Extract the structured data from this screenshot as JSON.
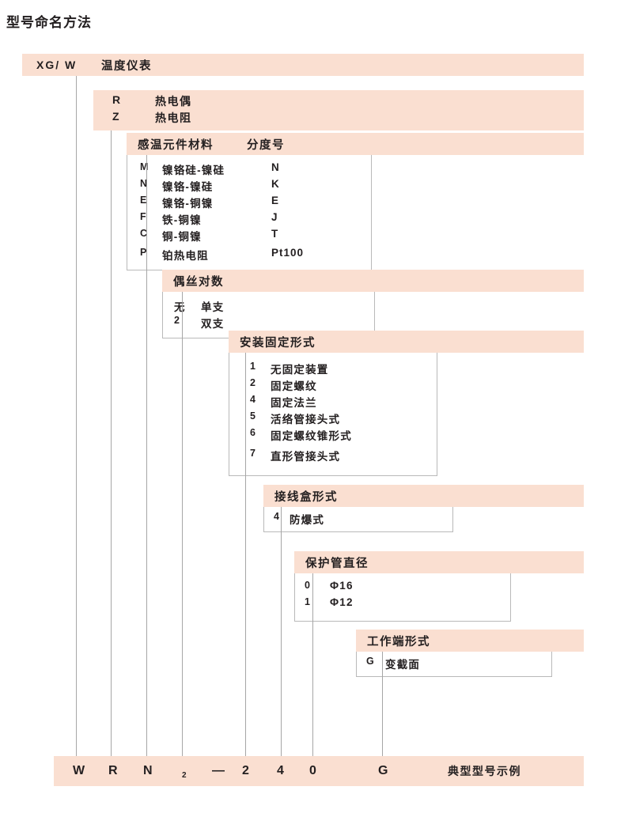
{
  "title": "型号命名方法",
  "colors": {
    "band": "#fadfd1",
    "line": "#a6a6a6",
    "border": "#b9b9b9",
    "text": "#231f20"
  },
  "sections": [
    {
      "id": "instrument",
      "code": "XG/ W",
      "caption": "温度仪表",
      "items": []
    },
    {
      "id": "type",
      "items": [
        {
          "code": "R",
          "label": "热电偶"
        },
        {
          "code": "Z",
          "label": "热电阻"
        }
      ]
    },
    {
      "id": "sensing-material",
      "header": "感温元件材料",
      "header2": "分度号",
      "items": [
        {
          "code": "M",
          "label": "镍铬硅-镍硅",
          "grade": "N"
        },
        {
          "code": "N",
          "label": "镍铬-镍硅",
          "grade": "K"
        },
        {
          "code": "E",
          "label": "镍铬-铜镍",
          "grade": "E"
        },
        {
          "code": "F",
          "label": "铁-铜镍",
          "grade": "J"
        },
        {
          "code": "C",
          "label": "铜-铜镍",
          "grade": "T"
        },
        {
          "code": "P",
          "label": "铂热电阻",
          "grade": "Pt100"
        }
      ]
    },
    {
      "id": "wire-pairs",
      "header": "偶丝对数",
      "items": [
        {
          "code": "无",
          "label": "单支"
        },
        {
          "code": "2",
          "label": "双支"
        }
      ]
    },
    {
      "id": "mounting",
      "header": "安装固定形式",
      "items": [
        {
          "code": "1",
          "label": "无固定装置"
        },
        {
          "code": "2",
          "label": "固定螺纹"
        },
        {
          "code": "4",
          "label": "固定法兰"
        },
        {
          "code": "5",
          "label": "活络管接头式"
        },
        {
          "code": "6",
          "label": "固定螺纹锥形式"
        },
        {
          "code": "7",
          "label": "直形管接头式"
        }
      ]
    },
    {
      "id": "junction-box",
      "header": "接线盒形式",
      "items": [
        {
          "code": "4",
          "label": "防爆式"
        }
      ]
    },
    {
      "id": "tube-diameter",
      "header": "保护管直径",
      "items": [
        {
          "code": "0",
          "label": "Φ16"
        },
        {
          "code": "1",
          "label": "Φ12"
        }
      ]
    },
    {
      "id": "working-end",
      "header": "工作端形式",
      "items": [
        {
          "code": "G",
          "label": "变截面"
        }
      ]
    }
  ],
  "example": {
    "note": "典型型号示例",
    "slots": [
      {
        "value": "W",
        "sub": false
      },
      {
        "value": "R",
        "sub": false
      },
      {
        "value": "N",
        "sub": false
      },
      {
        "value": "2",
        "sub": true
      },
      {
        "value": "—",
        "sub": false
      },
      {
        "value": "2",
        "sub": false
      },
      {
        "value": "4",
        "sub": false
      },
      {
        "value": "0",
        "sub": false
      },
      {
        "value": "G",
        "sub": false
      }
    ]
  }
}
